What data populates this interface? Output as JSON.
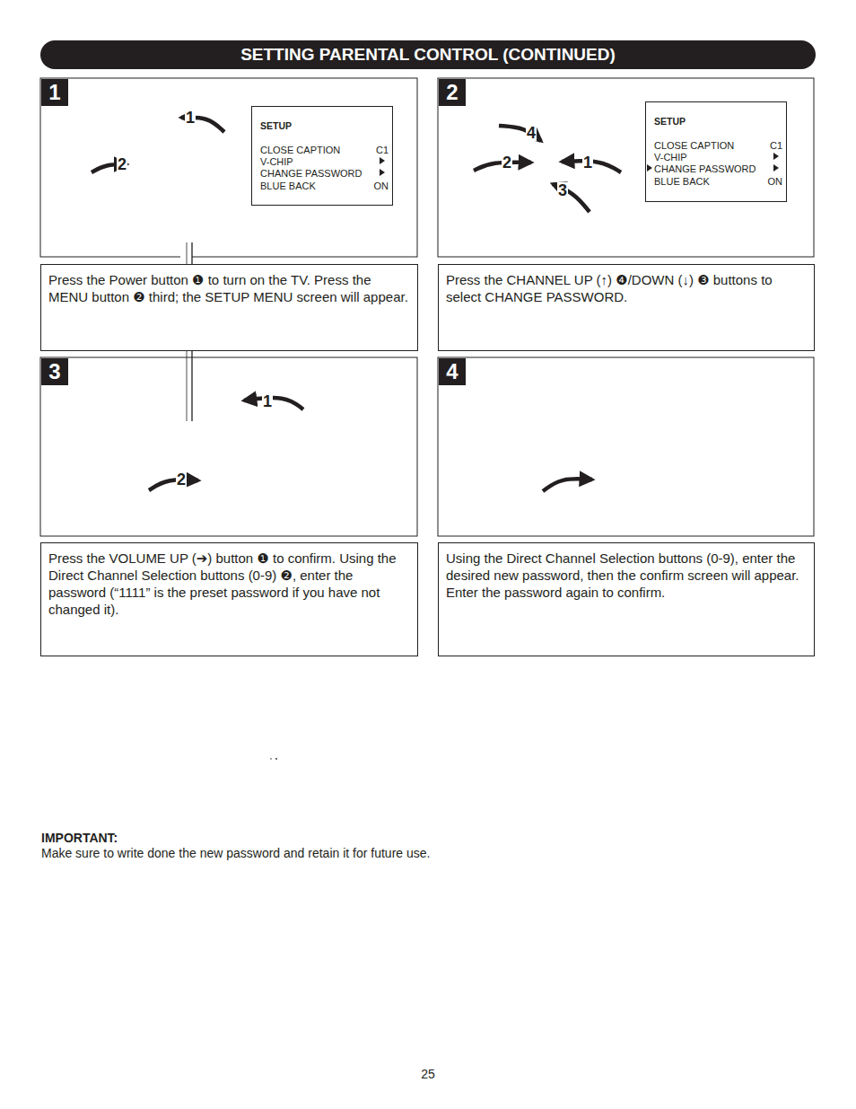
{
  "diagram": {
    "title": "SETTING PARENTAL CONTROL (CONTINUED)",
    "nodes": [
      {
        "text": [
          "1"
        ]
      },
      {
        "text": [
          "SETUP",
          "CLOSE CAPTION",
          "C1",
          "V-CHIP",
          "CHANGE PASSWORD",
          "BLUE BACK",
          "ON"
        ]
      },
      {
        "text": [
          "2"
        ]
      },
      {
        "text": [
          "SETUP",
          "CLOSE CAPTION",
          "C1",
          "V-CHIP",
          "CHANGE PASSWORD",
          "BLUE BACK",
          "ON"
        ]
      },
      {
        "text": [
          "Press the Power button ❶ to turn on the TV. Press the MENU button ❷ third; the SETUP MENU screen will appear."
        ]
      },
      {
        "text": [
          "Press the CHANNEL UP (↑) ❹/DOWN (↓) ❸ buttons to select CHANGE PASSWORD."
        ]
      },
      {
        "text": [
          "3"
        ]
      },
      {
        "text": [
          "4"
        ]
      },
      {
        "text": [
          "Press the VOLUME UP (➔) button ❶ to confirm. Using the Direct Channel Selection buttons (0-9) ❷, enter the password (“1111” is the preset password if you have not changed it)."
        ]
      },
      {
        "text": [
          "Using the Direct Channel Selection buttons (0-9), enter the desired new password, then the confirm screen will appear. Enter the password again to confirm."
        ]
      }
    ],
    "labels": [
      "1",
      "2",
      "4",
      "2",
      "1",
      "3",
      "1",
      "2",
      "IMPORTANT:",
      "Make sure to write done the new password and retain it for future use.",
      "25"
    ]
  }
}
